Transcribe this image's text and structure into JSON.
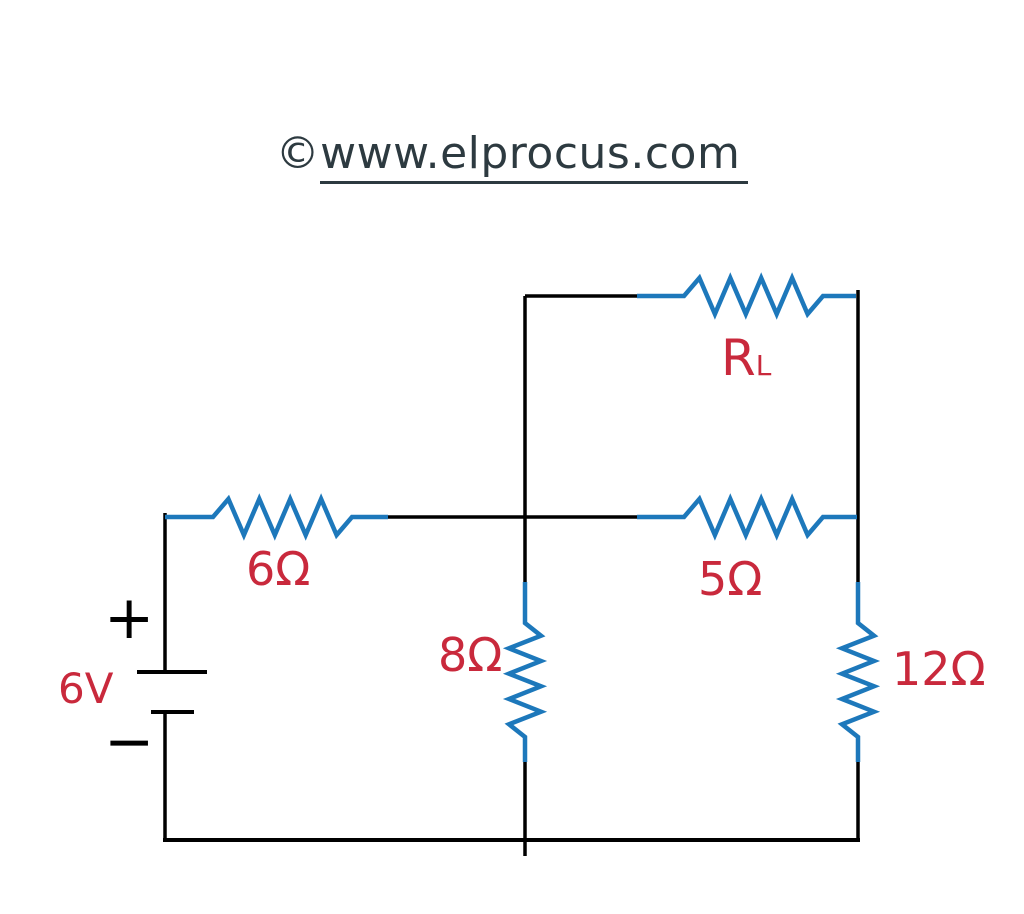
{
  "title": {
    "copyright": "©",
    "text": "www.elprocus.com"
  },
  "colors": {
    "background": "#ffffff",
    "wire_black": "#000000",
    "resistor_blue": "#1d78bb",
    "label_red": "#c9293c",
    "title_dark": "#2d3a40"
  },
  "circuit": {
    "type": "resistive-network-schematic",
    "source": {
      "label": "6V",
      "plus": "+",
      "minus": "−"
    },
    "resistors": [
      {
        "id": "r6",
        "label": "6Ω",
        "orientation": "horizontal"
      },
      {
        "id": "r5",
        "label": "5Ω",
        "orientation": "horizontal"
      },
      {
        "id": "r8",
        "label": "8Ω",
        "orientation": "vertical"
      },
      {
        "id": "r12",
        "label": "12Ω",
        "orientation": "vertical"
      },
      {
        "id": "rl",
        "label": "R",
        "subscript": "L",
        "orientation": "horizontal"
      }
    ]
  }
}
